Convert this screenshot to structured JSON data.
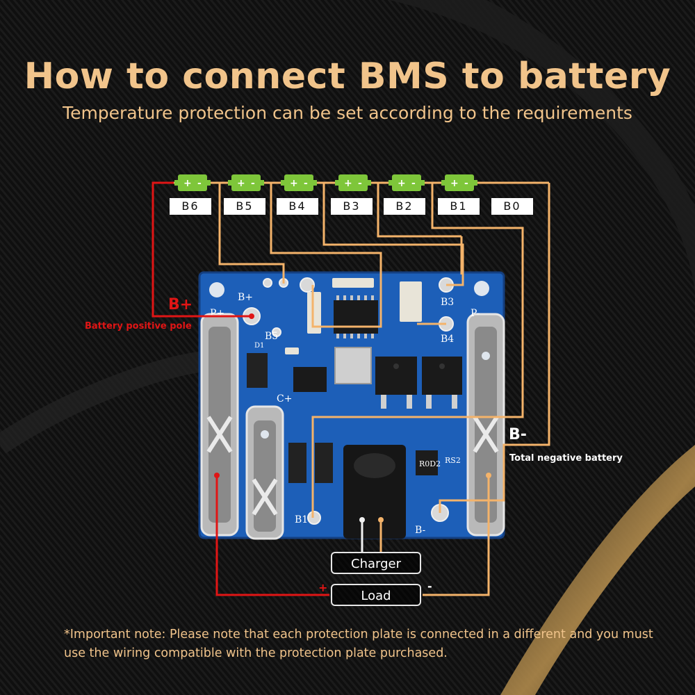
{
  "header": {
    "title": "How to connect BMS to battery",
    "subtitle": "Temperature protection can be set according to the requirements"
  },
  "cells": {
    "labels": [
      "B6",
      "B5",
      "B4",
      "B3",
      "B2",
      "B1",
      "B0"
    ],
    "terminal_text": "+ -"
  },
  "board": {
    "silkscreen": [
      "B+",
      "P+",
      "B5",
      "B3",
      "B4",
      "P-",
      "C+",
      "B1",
      "B-",
      "R0D2",
      "RS2",
      "D1"
    ]
  },
  "labels": {
    "b_plus": "B+",
    "battery_positive": "Battery positive pole",
    "b_minus": "B-",
    "total_negative": "Total negative battery",
    "charger": "Charger",
    "load": "Load",
    "plus_sign": "+",
    "minus_sign": "-"
  },
  "note": "*Important note: Please note that each protection plate is connected in a different and you must use the wiring compatible with the protection plate purchased.",
  "colors": {
    "accent_gold": "#f1c48b",
    "wire_orange": "#f4b36a",
    "wire_red": "#e01515",
    "pcb_blue": "#1d5fb8",
    "cell_green": "#7ec63a"
  }
}
